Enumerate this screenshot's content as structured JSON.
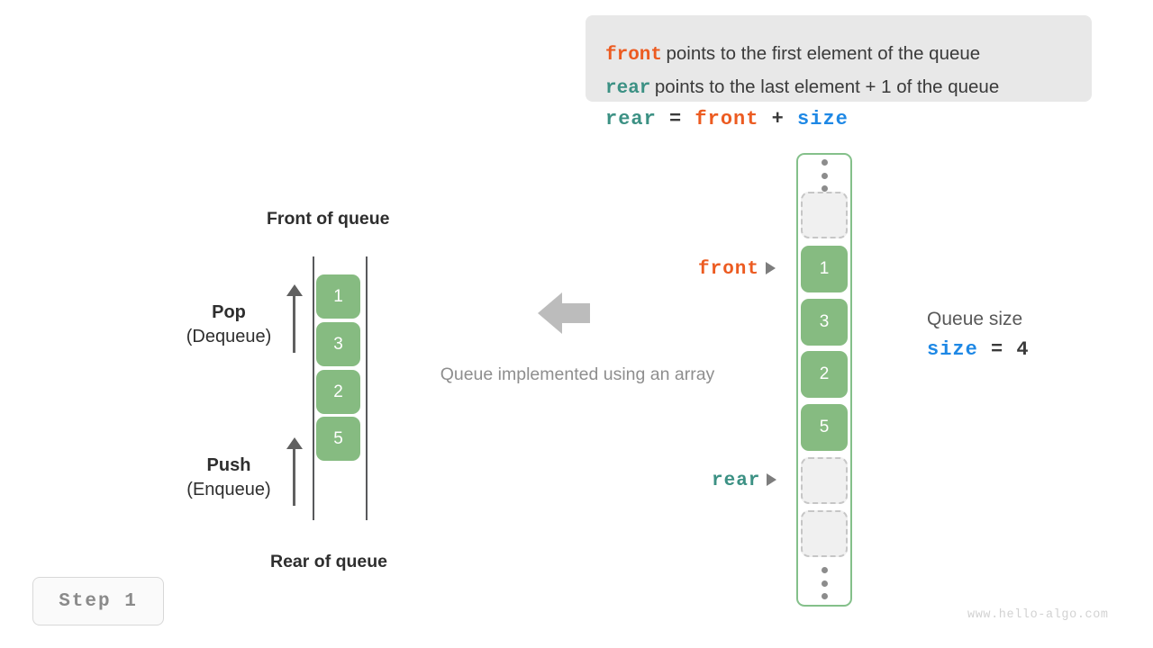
{
  "legend": {
    "line1": {
      "keyword": "front",
      "text": "points to the first element of the queue"
    },
    "line2": {
      "keyword": "rear",
      "text": "points to the last element + 1 of the queue"
    }
  },
  "formula": {
    "lhs": "rear",
    "eq": "=",
    "rhs1": "front",
    "plus": "+",
    "rhs2": "size"
  },
  "array": {
    "top_dots": "⋮",
    "bottom_dots": "⋮",
    "cells": [
      {
        "value": "",
        "state": "empty"
      },
      {
        "value": "1",
        "state": "filled"
      },
      {
        "value": "3",
        "state": "filled"
      },
      {
        "value": "2",
        "state": "filled"
      },
      {
        "value": "5",
        "state": "filled"
      },
      {
        "value": "",
        "state": "empty"
      },
      {
        "value": "",
        "state": "empty"
      }
    ],
    "pointers": {
      "front_label": "front",
      "rear_label": "rear"
    }
  },
  "size_note": {
    "caption": "Queue size",
    "keyword": "size",
    "equals": "=",
    "value": "4"
  },
  "queue": {
    "front_label": "Front of queue",
    "rear_label": "Rear of queue",
    "pop": {
      "title": "Pop",
      "subtitle": "(Dequeue)"
    },
    "push": {
      "title": "Push",
      "subtitle": "(Enqueue)"
    },
    "cells": [
      "1",
      "3",
      "2",
      "5"
    ]
  },
  "center": {
    "caption": "Queue implemented using an array"
  },
  "step_badge": {
    "label": "Step 1"
  },
  "watermark": {
    "text": "www.hello-algo.com"
  },
  "colors": {
    "front": "#ec5b21",
    "rear": "#3c9184",
    "size": "#1e88e5",
    "cell_green": "#86bb81",
    "array_border": "#84c08a",
    "legend_bg": "#e8e8e8",
    "muted": "#8e8e8e"
  }
}
